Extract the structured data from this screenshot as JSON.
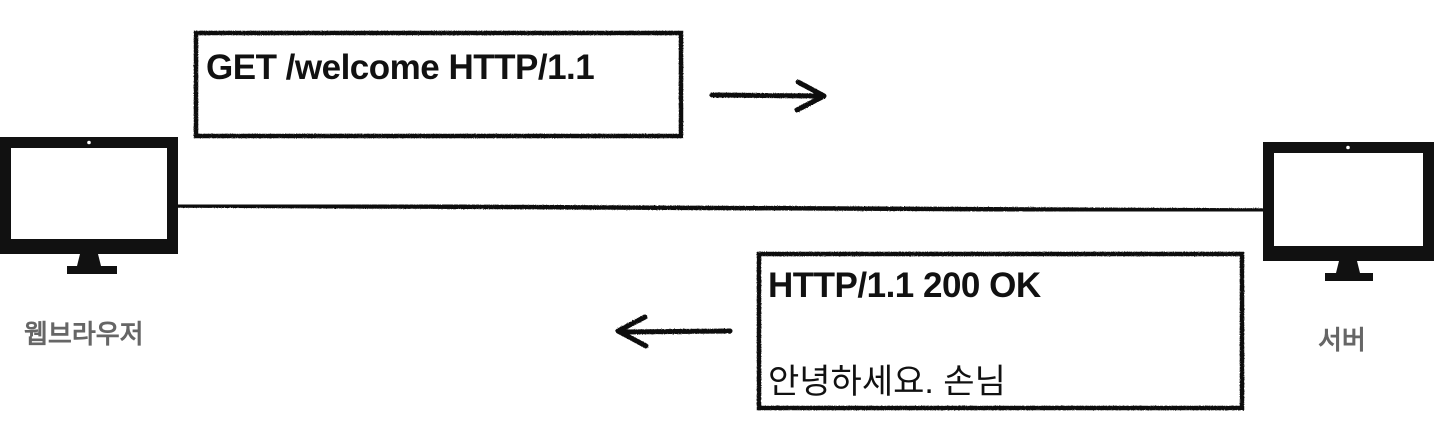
{
  "request": {
    "line": "GET /welcome HTTP/1.1"
  },
  "response": {
    "status_line": "HTTP/1.1 200 OK",
    "body": "안녕하세요. 손님"
  },
  "client": {
    "label": "웹브라우저"
  },
  "server": {
    "label": "서버"
  },
  "colors": {
    "ink": "#111111",
    "label": "#666666",
    "screen": "#ffffff"
  }
}
